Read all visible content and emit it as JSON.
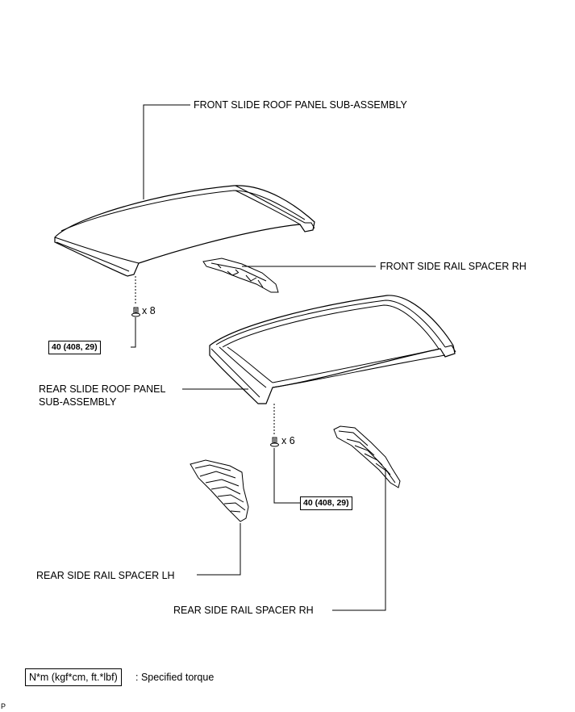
{
  "labels": {
    "front_panel": "FRONT SLIDE ROOF PANEL SUB-ASSEMBLY",
    "front_spacer_rh": "FRONT SIDE RAIL SPACER RH",
    "rear_panel_line1": "REAR SLIDE ROOF PANEL",
    "rear_panel_line2": "SUB-ASSEMBLY",
    "rear_spacer_lh": "REAR SIDE RAIL SPACER LH",
    "rear_spacer_rh": "REAR SIDE RAIL SPACER RH"
  },
  "fasteners": {
    "front_qty": "x 8",
    "front_torque": "40 (408, 29)",
    "rear_qty": "x 6",
    "rear_torque": "40 (408, 29)"
  },
  "legend": {
    "unit_box": "N*m (kgf*cm, ft.*lbf)",
    "description": ": Specified torque"
  },
  "corner_code": "P"
}
